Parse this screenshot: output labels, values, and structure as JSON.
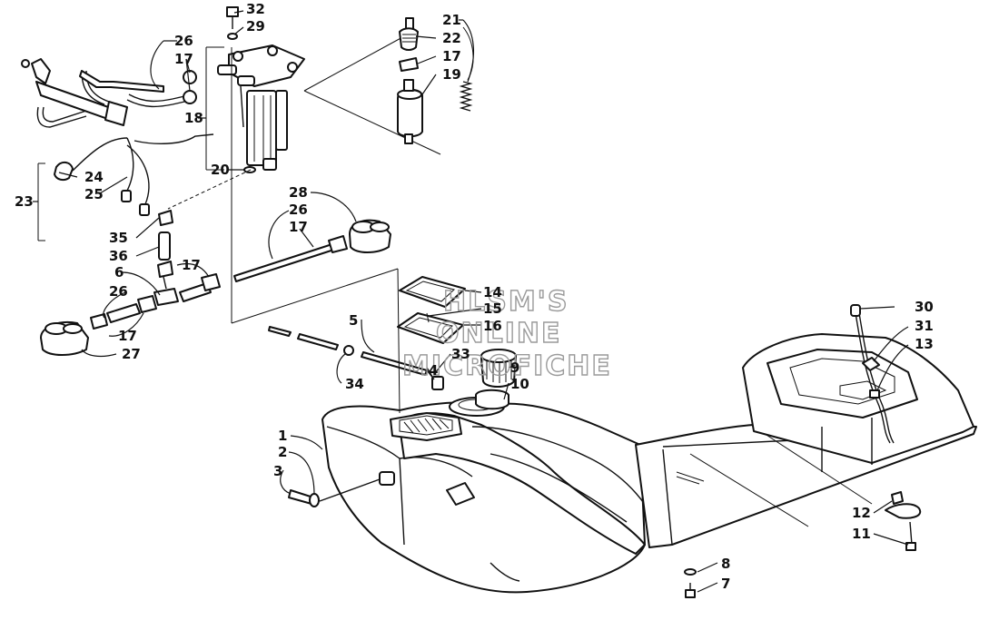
{
  "watermark": {
    "line1": "HLSM'S",
    "line2": "ONLINE",
    "line3": "MICROFICHE"
  },
  "callouts": {
    "c1": "1",
    "c2": "2",
    "c3": "3",
    "c4": "4",
    "c5": "5",
    "c6": "6",
    "c7": "7",
    "c8": "8",
    "c9": "9",
    "c10": "10",
    "c11": "11",
    "c12": "12",
    "c13": "13",
    "c14": "14",
    "c15": "15",
    "c16": "16",
    "c17a": "17",
    "c17b": "17",
    "c17c": "17",
    "c17d": "17",
    "c17e": "17",
    "c18": "18",
    "c19": "19",
    "c20": "20",
    "c21": "21",
    "c22": "22",
    "c23": "23",
    "c24": "24",
    "c25": "25",
    "c26a": "26",
    "c26b": "26",
    "c26c": "26",
    "c27": "27",
    "c28": "28",
    "c29": "29",
    "c30": "30",
    "c31": "31",
    "c32": "32",
    "c33": "33",
    "c34": "34",
    "c35": "35",
    "c36": "36"
  }
}
